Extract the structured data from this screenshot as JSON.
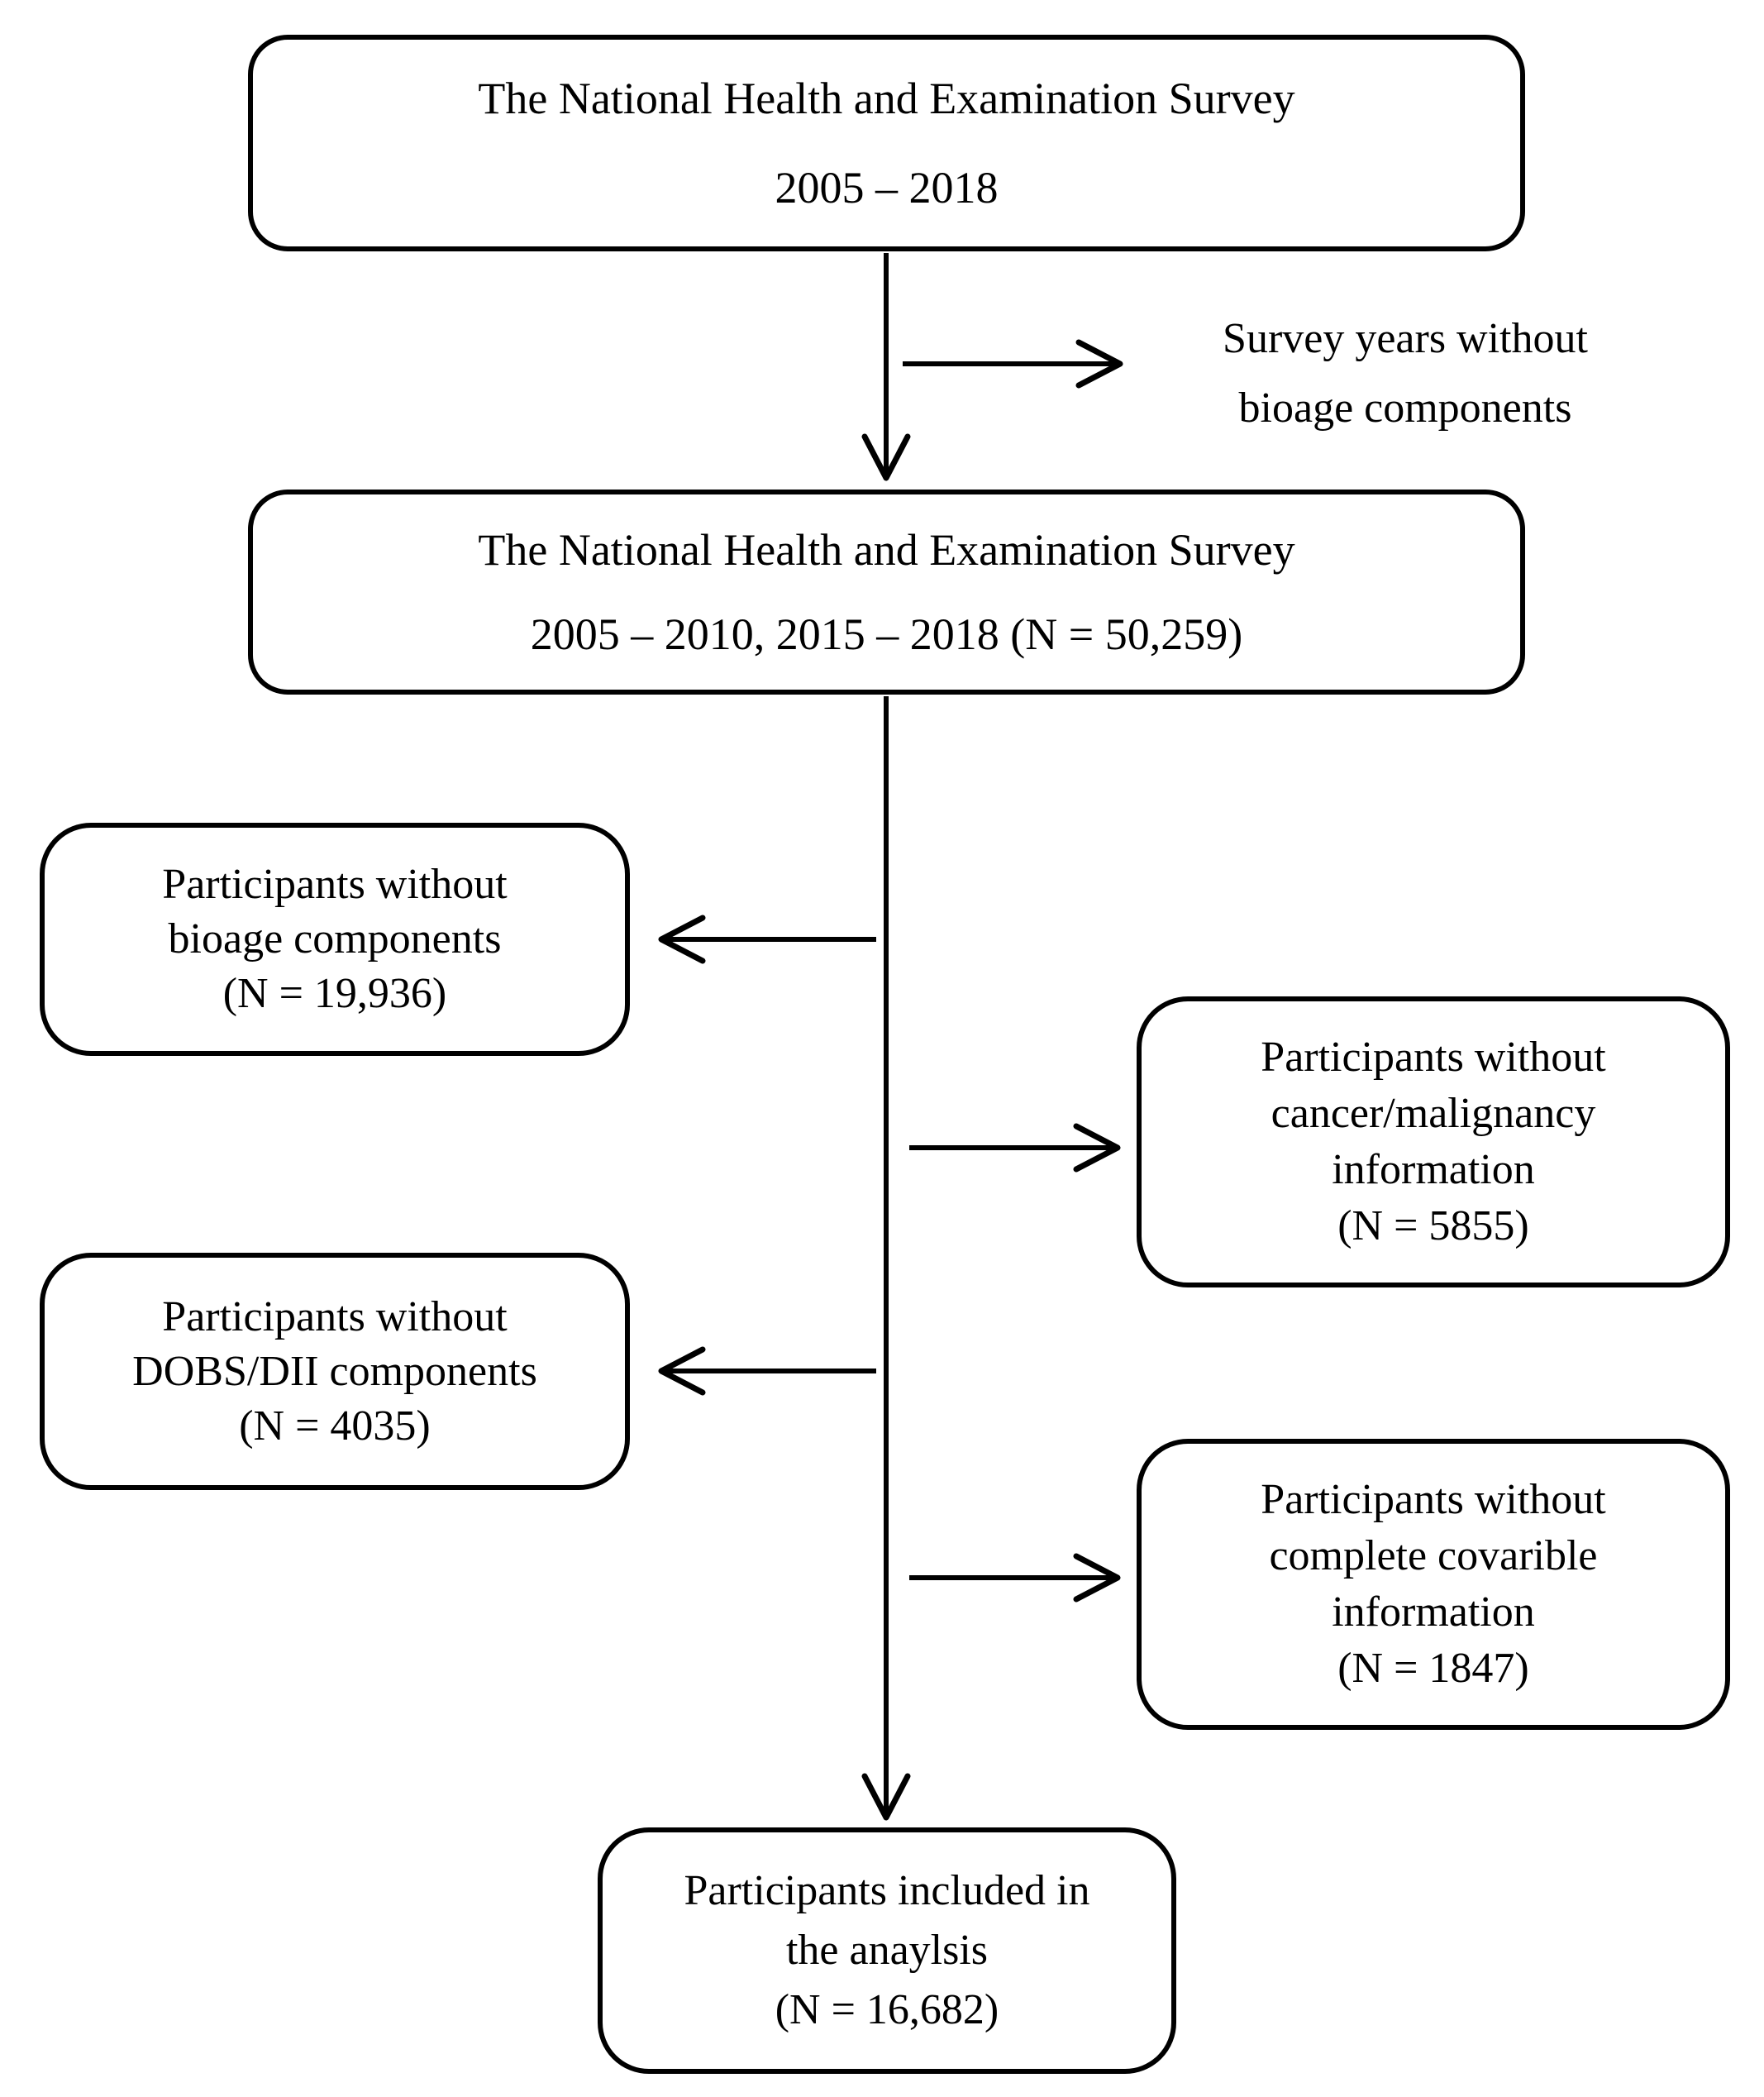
{
  "colors": {
    "background": "#ffffff",
    "stroke": "#000000",
    "text": "#000000"
  },
  "boxes": {
    "survey_all": {
      "line1": "The National Health and Examination Survey",
      "line2": "2005 – 2018"
    },
    "survey_subset": {
      "line1": "The National Health and Examination Survey",
      "line2": "2005 – 2010, 2015 – 2018 (N = 50,259)"
    },
    "excluded_years_label": {
      "line1": "Survey years without",
      "line2": "bioage components"
    },
    "excluded_bioage": {
      "line1": "Participants without",
      "line2": "bioage components",
      "line3": "(N = 19,936)"
    },
    "excluded_cancer": {
      "line1": "Participants without",
      "line2": "cancer/malignancy",
      "line3": "information",
      "line4": "(N = 5855)"
    },
    "excluded_dobs_dii": {
      "line1": "Participants without",
      "line2": "DOBS/DII components",
      "line3": "(N = 4035)"
    },
    "excluded_covariable": {
      "line1": "Participants without",
      "line2": "complete covarible",
      "line3": "information",
      "line4": "(N = 1847)"
    },
    "included": {
      "line1": "Participants included in",
      "line2": "the anaylsis",
      "line3": "(N = 16,682)"
    }
  }
}
